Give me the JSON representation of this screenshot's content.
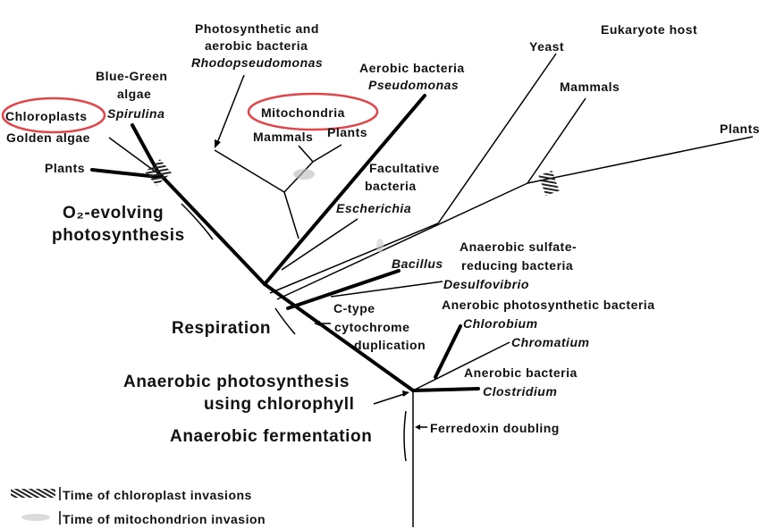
{
  "labels": {
    "photo_aerobic_1": "Photosynthetic and",
    "photo_aerobic_2": "aerobic bacteria",
    "rhodopseudomonas": "Rhodopseudomonas",
    "eukaryote_host": "Eukaryote host",
    "yeast": "Yeast",
    "mammals_top": "Mammals",
    "plants_right": "Plants",
    "blue_green_1": "Blue-Green",
    "blue_green_2": "algae",
    "spirulina": "Spirulina",
    "chloroplasts": "Chloroplasts",
    "golden_algae": "Golden algae",
    "plants_left": "Plants",
    "aerobic_bacteria": "Aerobic bacteria",
    "pseudomonas": "Pseudomonas",
    "mitochondria": "Mitochondria",
    "mammals_mito": "Mammals",
    "plants_mito": "Plants",
    "facultative_1": "Facultative",
    "facultative_2": "bacteria",
    "escherichia": "Escherichia",
    "o2_evolving": "O₂-evolving",
    "photosynthesis": "photosynthesis",
    "bacillus": "Bacillus",
    "sulfate_1": "Anaerobic sulfate-",
    "sulfate_2": "reducing bacteria",
    "desulfovibrio": "Desulfovibrio",
    "ctype_1": "C-type",
    "ctype_2": "cytochrome",
    "ctype_3": "duplication",
    "respiration": "Respiration",
    "anaerobic_photo_bact": "Anerobic photosynthetic bacteria",
    "chlorobium": "Chlorobium",
    "chromatium": "Chromatium",
    "anaerobic_bacteria": "Anerobic bacteria",
    "clostridium": "Clostridium",
    "anaerobic_photo_1": "Anaerobic photosynthesis",
    "anaerobic_photo_2": "using chlorophyll",
    "anaerobic_fermentation": "Anaerobic fermentation",
    "ferredoxin": "Ferredoxin doubling"
  },
  "legend": {
    "chloroplast": "Time of chloroplast invasions",
    "mitochondrion": "Time of mitochondrion invasion"
  },
  "colors": {
    "highlight": "#e0454a"
  }
}
